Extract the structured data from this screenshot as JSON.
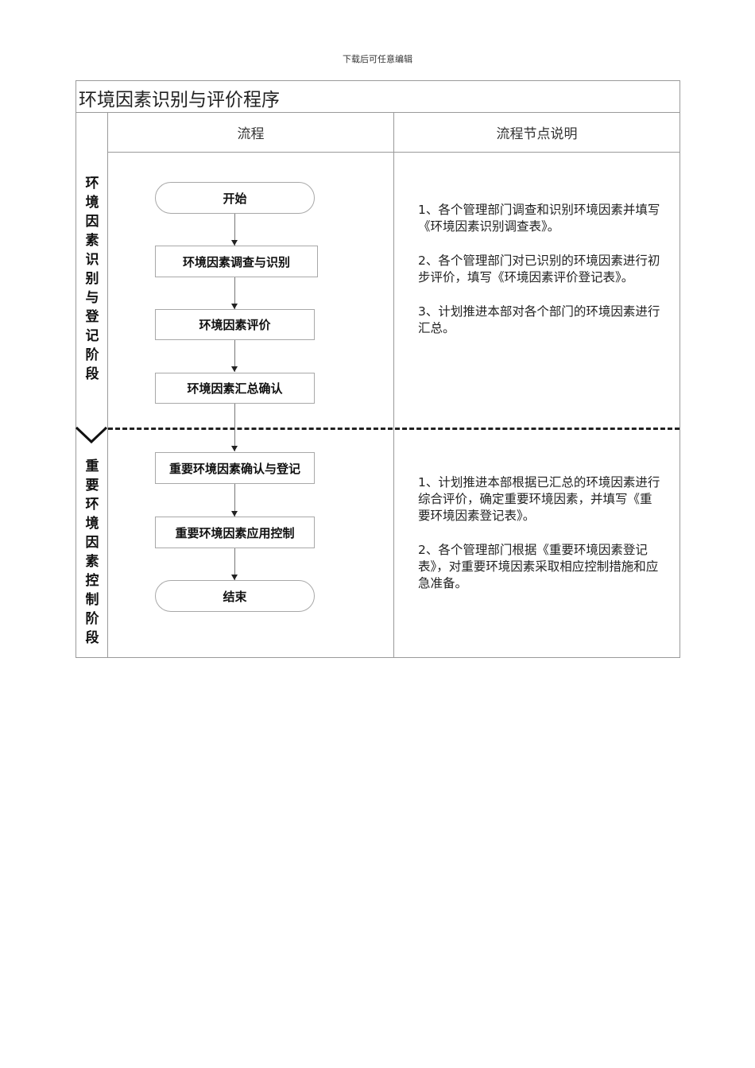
{
  "page_header": "下载后可任意编辑",
  "document": {
    "title": "环境因素识别与评价程序",
    "columns": {
      "flow": "流程",
      "notes": "流程节点说明"
    },
    "stages": [
      {
        "label": "环境因素识别与登记阶段",
        "label_chars": [
          "环",
          "境",
          "因",
          "素",
          "识",
          "别",
          "与",
          "登",
          "记",
          "阶",
          "段"
        ],
        "nodes": [
          {
            "label": "开始",
            "shape": "terminal"
          },
          {
            "label": "环境因素调查与识别",
            "shape": "process"
          },
          {
            "label": "环境因素评价",
            "shape": "process"
          },
          {
            "label": "环境因素汇总确认",
            "shape": "process"
          }
        ],
        "notes": [
          "1、各个管理部门调查和识别环境因素并填写《环境因素识别调查表》。",
          "2、各个管理部门对已识别的环境因素进行初步评价，填写《环境因素评价登记表》。",
          "3、计划推进本部对各个部门的环境因素进行汇总。"
        ]
      },
      {
        "label": "重要环境因素控制阶段",
        "label_chars": [
          "重",
          "要",
          "环",
          "境",
          "因",
          "素",
          "控",
          "制",
          "阶",
          "段"
        ],
        "nodes": [
          {
            "label": "重要环境因素确认与登记",
            "shape": "process"
          },
          {
            "label": "重要环境因素应用控制",
            "shape": "process"
          },
          {
            "label": "结束",
            "shape": "terminal"
          }
        ],
        "notes": [
          "1、计划推进本部根据已汇总的环境因素进行综合评价，确定重要环境因素，并填写《重要环境因素登记表》。",
          "2、各个管理部门根据《重要环境因素登记表》，对重要环境因素采取相应控制措施和应急准备。"
        ]
      }
    ]
  }
}
